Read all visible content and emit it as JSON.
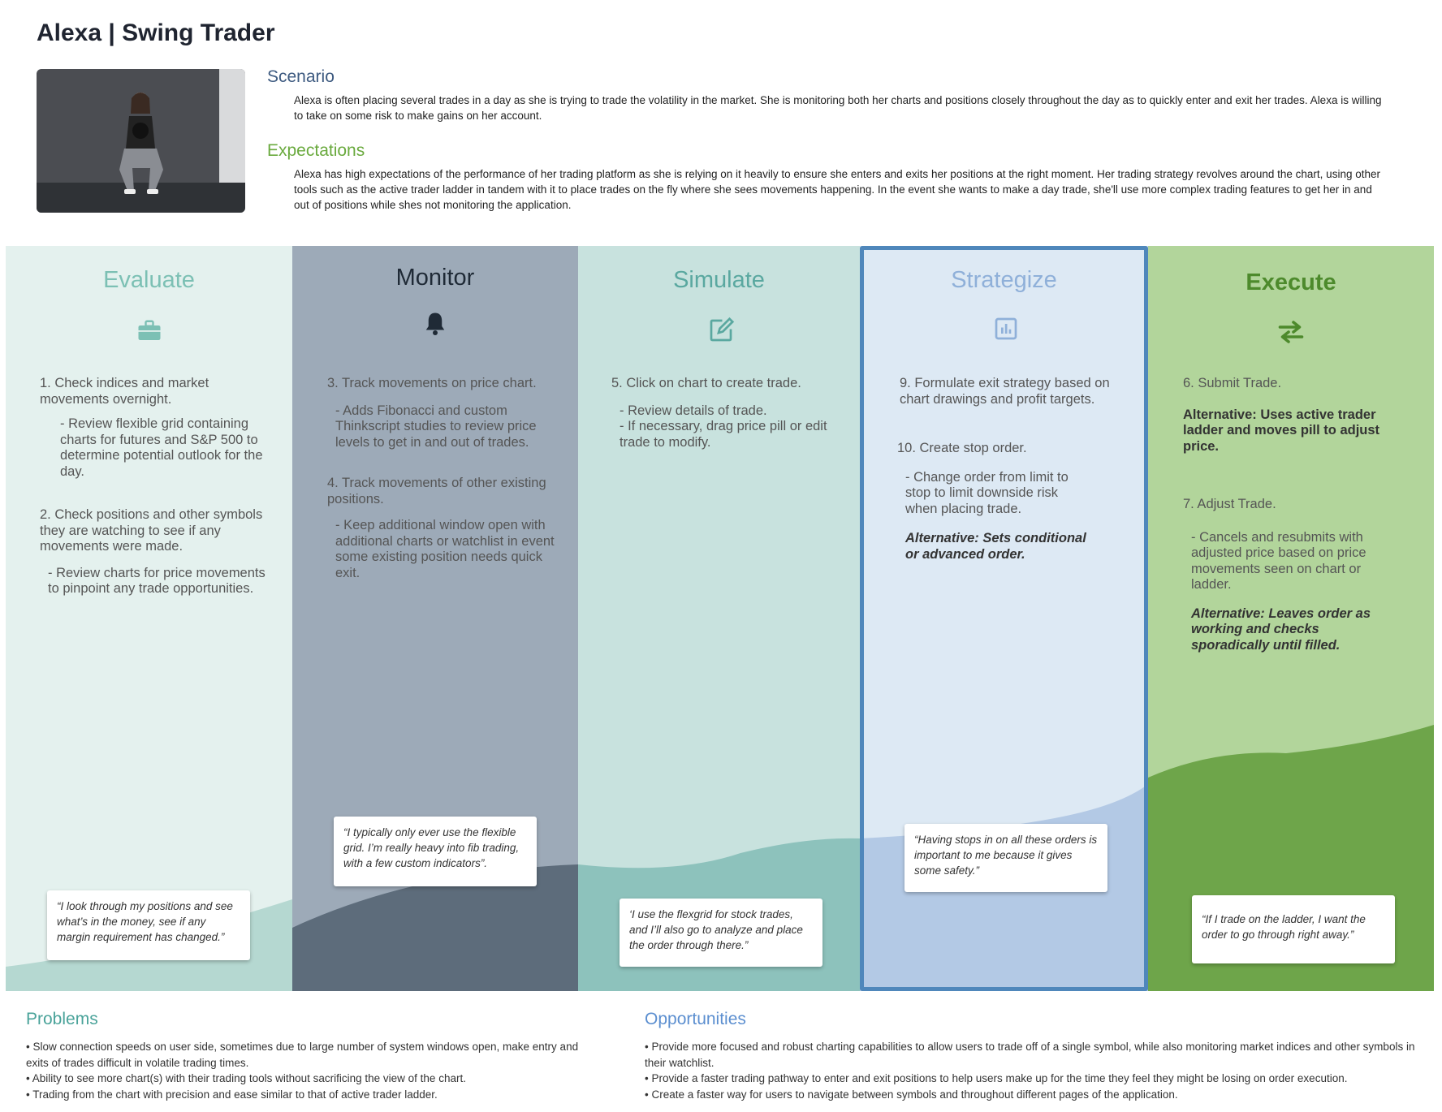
{
  "header": {
    "title": "Alexa | Swing Trader"
  },
  "scenario": {
    "heading": "Scenario",
    "text": "Alexa is often placing several trades in a day as she is trying to trade the volatility in the market. She is monitoring both her charts and positions closely throughout the day as to quickly enter and exit her trades. Alexa is willing to take on some risk to make gains on her account."
  },
  "expectations": {
    "heading": "Expectations",
    "text": "Alexa has high expectations of the performance of her trading platform as she is relying on it heavily to ensure she enters and exits her positions at the right moment. Her trading strategy revolves around the chart, using other tools such as the active trader ladder in tandem with it to place trades on the fly where she sees movements happening. In the event she wants to make a day trade, she'll use more complex trading features to get her in and out of positions while shes not monitoring the application."
  },
  "columns": {
    "evaluate": {
      "title": "Evaluate",
      "icon": "briefcase-icon",
      "color": "#7cc0b4",
      "step1": "1. Check indices and market movements overnight.",
      "step1_detail": "- Review flexible grid containing charts for futures and S&P 500 to determine potential outlook for the day.",
      "step2": "2. Check positions and other symbols they are watching to see if any movements were made.",
      "step2_detail": "- Review charts for price movements to pinpoint any trade opportunities.",
      "quote": "“I look through my positions and see what’s in the money, see if any margin requirement has changed.”"
    },
    "monitor": {
      "title": "Monitor",
      "icon": "bell-icon",
      "color": "#1f2a36",
      "step3": "3. Track movements on price chart.",
      "step3_detail": "- Adds Fibonacci and custom Thinkscript studies to review price levels to get in and out of trades.",
      "step4": "4. Track movements of other existing positions.",
      "step4_detail": "- Keep additional window open with additional charts or watchlist in event some existing position needs quick exit.",
      "quote": "“I typically only ever use the flexible grid. I’m really heavy into fib trading, with a few custom indicators”."
    },
    "simulate": {
      "title": "Simulate",
      "icon": "edit-icon",
      "color": "#5aa8a0",
      "step5": "5. Click on chart to create trade.",
      "step5_detail": "- Review details of trade.\n- If necessary, drag price pill or edit trade to modify.",
      "quote": "‘I use the flexgrid for stock trades, and I’ll also go to analyze and place the order through there.”"
    },
    "strategize": {
      "title": "Strategize",
      "icon": "bar-chart-icon",
      "color": "#8fb0d9",
      "step9": "9. Formulate exit strategy based on chart drawings and profit targets.",
      "step10": "10. Create stop order.",
      "step10_detail": "- Change order from limit to stop to limit downside risk when placing trade.",
      "alternative": "Alternative: Sets conditional or advanced order.",
      "quote": "“Having stops in on all these orders is important to me because it gives some safety.”"
    },
    "execute": {
      "title": "Execute",
      "icon": "swap-arrows-icon",
      "color": "#4d8a2c",
      "step6": "6. Submit Trade.",
      "alternative1": "Alternative: Uses active trader ladder and moves pill to adjust price.",
      "step7": "7. Adjust Trade.",
      "step7_detail": "- Cancels and resubmits with adjusted price based on price movements seen on chart or ladder.",
      "alternative2": "Alternative: Leaves order as working and checks sporadically until filled.",
      "quote": "“If I trade on the ladder, I want the order to go through right away.”"
    }
  },
  "problems": {
    "heading": "Problems",
    "items": [
      "• Slow connection speeds on user side, sometimes due to large number of system windows open, make entry and exits of trades difficult in volatile trading times.",
      "• Ability to see more chart(s) with their trading tools without sacrificing the view of the chart.",
      "• Trading from the chart with precision and ease similar to that of active trader ladder."
    ]
  },
  "opportunities": {
    "heading": "Opportunities",
    "items": [
      "• Provide more focused and robust charting capabilities to allow users to trade off of a single symbol, while also monitoring market indices and other symbols in their watchlist.",
      "• Provide a faster trading pathway to enter and exit positions to help users make up for the time they feel they might be losing on order execution.",
      "• Create a faster way for users to navigate between symbols and throughout different pages of the application."
    ]
  },
  "colors": {
    "evaluate_bg": "#e4f1ee",
    "monitor_bg": "#9daab8",
    "simulate_bg": "#c8e2de",
    "strategize_bg": "#dde9f4",
    "execute_bg": "#b2d59b",
    "strategize_border": "#4f87bb",
    "problems_heading": "#4aa39a",
    "opportunities_heading": "#5c8fd0"
  }
}
